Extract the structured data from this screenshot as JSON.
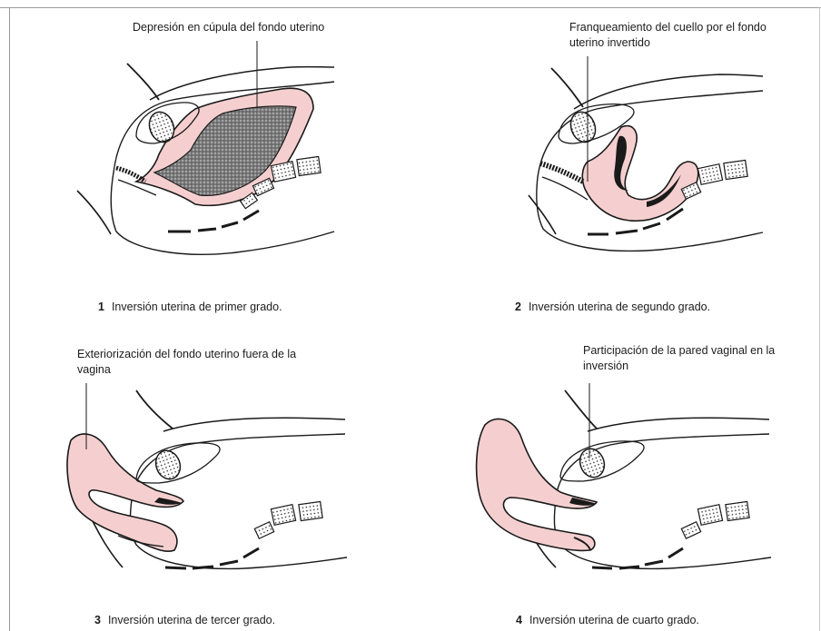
{
  "figure": {
    "panels": [
      {
        "id": "p1",
        "number": "1",
        "caption": "Inversión uterina de primer grado.",
        "callout": "Depresión en cúpula del fondo uterino"
      },
      {
        "id": "p2",
        "number": "2",
        "caption": "Inversión uterina de segundo grado.",
        "callout": "Franqueamiento del cuello por el fondo uterino invertido"
      },
      {
        "id": "p3",
        "number": "3",
        "caption": "Inversión uterina de tercer grado.",
        "callout": "Exteriorización del fondo uterino fuera de la vagina"
      },
      {
        "id": "p4",
        "number": "4",
        "caption": "Inversión uterina de cuarto grado.",
        "callout": "Participación de la pared vaginal en la inversión"
      }
    ]
  },
  "colors": {
    "uterine_wall": "#f5cfcf",
    "outline": "#1a1a1a",
    "cavity_stipple": "#6e6e6e",
    "background": "#ffffff"
  }
}
